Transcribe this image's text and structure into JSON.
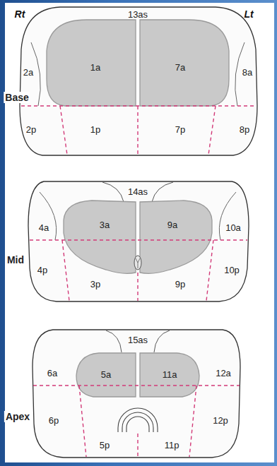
{
  "diagram": {
    "labels": [
      "Rt",
      "Lt",
      "13as",
      "1a",
      "7a",
      "2a",
      "8a",
      "Base",
      "2p",
      "1p",
      "7p",
      "8p",
      "14as",
      "3a",
      "9a",
      "4a",
      "10a",
      "Mid",
      "4p",
      "3p",
      "9p",
      "10p",
      "15as",
      "6a",
      "5a",
      "11a",
      "12a",
      "Apex",
      "6p",
      "5p",
      "11p",
      "12p"
    ]
  }
}
